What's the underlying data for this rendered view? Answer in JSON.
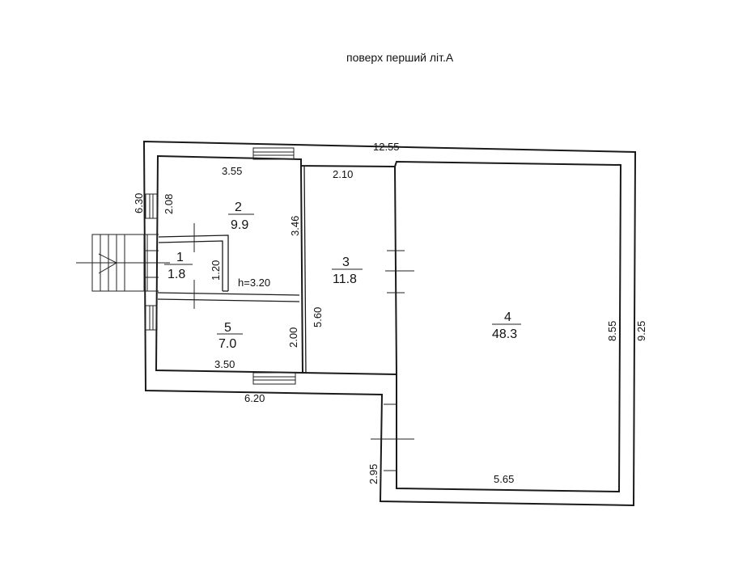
{
  "plan_title": "поверх перший літ.А",
  "overall": {
    "length_top": "12.55",
    "height_left": "6.30",
    "height_right": "9.25",
    "length_bottom_left": "6.20",
    "height_right_lower": "2.95"
  },
  "rooms": [
    {
      "number": "1",
      "area": "1.8",
      "dims": [
        "1.20"
      ]
    },
    {
      "number": "2",
      "area": "9.9",
      "dims": [
        "3.55",
        "2.08",
        "3.46"
      ],
      "ceiling": "h=3.20"
    },
    {
      "number": "3",
      "area": "11.8",
      "dims": [
        "2.10",
        "5.60"
      ]
    },
    {
      "number": "4",
      "area": "48.3",
      "dims": [
        "8.55",
        "5.65"
      ]
    },
    {
      "number": "5",
      "area": "7.0",
      "dims": [
        "2.00",
        "3.50"
      ]
    }
  ]
}
